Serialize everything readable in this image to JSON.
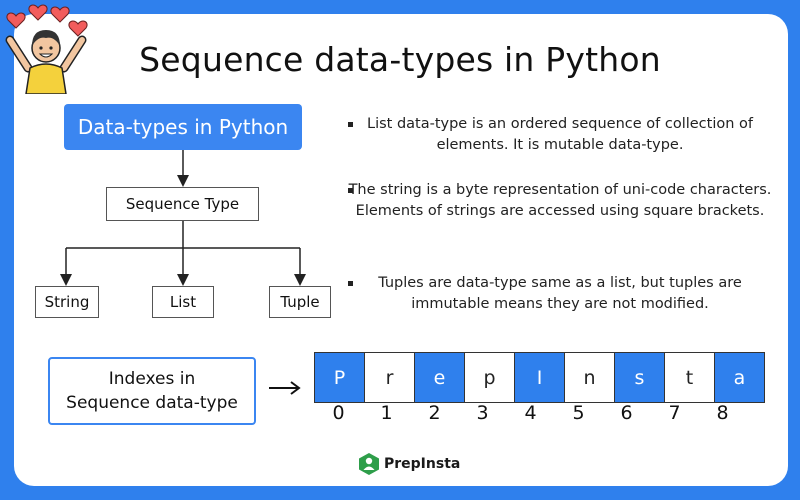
{
  "title": "Sequence data-types in Python",
  "tree": {
    "root": "Data-types in Python",
    "child": "Sequence Type",
    "leaves": [
      "String",
      "List",
      "Tuple"
    ]
  },
  "bullets": [
    "List data-type is an ordered sequence of collection of elements. It is mutable data-type.",
    "The string is a byte representation of uni-code characters. Elements of strings are accessed using square brackets.",
    "Tuples are data-type same as a list, but tuples are immutable means they are not modified."
  ],
  "indexes": {
    "label_line1": "Indexes in",
    "label_line2": "Sequence data-type",
    "chars": [
      "P",
      "r",
      "e",
      "p",
      "I",
      "n",
      "s",
      "t",
      "a"
    ],
    "numbers": [
      "0",
      "1",
      "2",
      "3",
      "4",
      "5",
      "6",
      "7",
      "8"
    ]
  },
  "brand": {
    "name": "PrepInsta"
  },
  "colors": {
    "accent": "#2f80ed",
    "box": "#3b86f1",
    "heart": "#f25c5c"
  },
  "icons": [
    "celebrating-person-icon",
    "heart-icon",
    "right-arrow-icon",
    "prepinsta-logo-icon"
  ]
}
